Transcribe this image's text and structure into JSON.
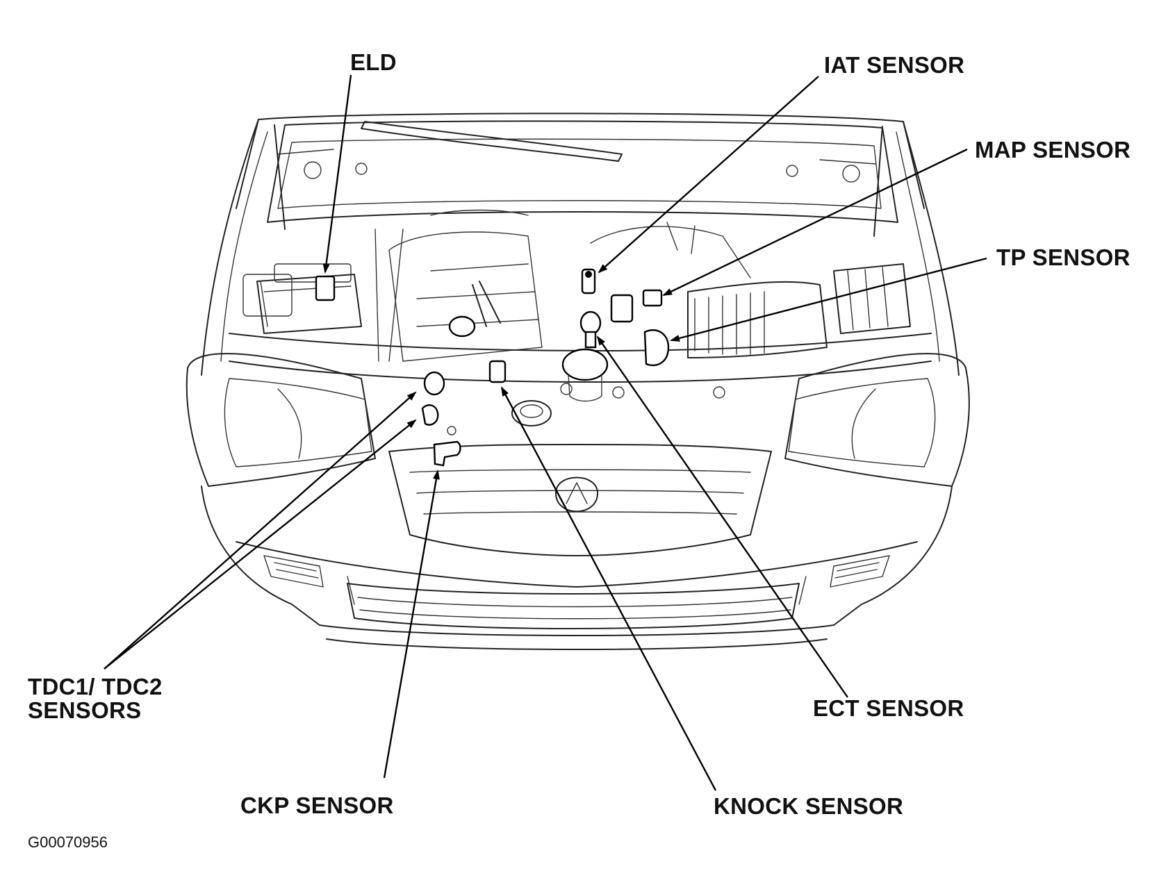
{
  "labels": {
    "eld": "ELD",
    "iat_sensor": "IAT SENSOR",
    "map_sensor": "MAP SENSOR",
    "tp_sensor": "TP SENSOR",
    "tdc_line1": "TDC1/ TDC2",
    "tdc_line2": "SENSORS",
    "ect_sensor": "ECT SENSOR",
    "ckp_sensor": "CKP SENSOR",
    "knock_sensor": "KNOCK SENSOR"
  },
  "figure_id": "G00070956"
}
